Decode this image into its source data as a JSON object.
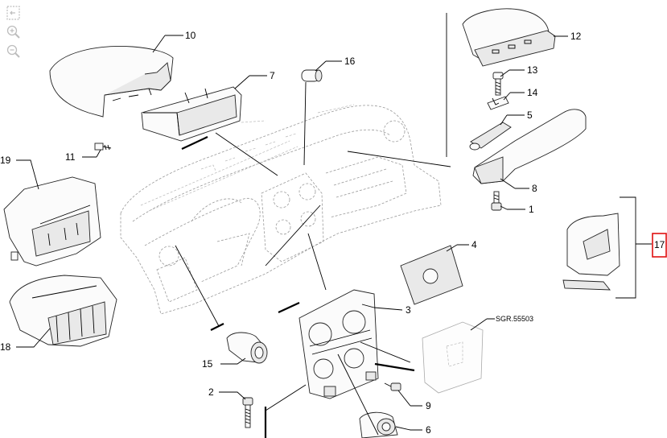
{
  "toolbar": {
    "fit_icon": "fit-to-page-icon",
    "zoom_in_icon": "zoom-in-icon",
    "zoom_out_icon": "zoom-out-icon"
  },
  "callouts": [
    {
      "id": "c10",
      "label": "10"
    },
    {
      "id": "c16",
      "label": "16"
    },
    {
      "id": "c7",
      "label": "7"
    },
    {
      "id": "c12",
      "label": "12"
    },
    {
      "id": "c13",
      "label": "13"
    },
    {
      "id": "c14",
      "label": "14"
    },
    {
      "id": "c5",
      "label": "5"
    },
    {
      "id": "c11",
      "label": "11"
    },
    {
      "id": "c19",
      "label": "19"
    },
    {
      "id": "c8",
      "label": "8"
    },
    {
      "id": "c1",
      "label": "1"
    },
    {
      "id": "c17",
      "label": "17"
    },
    {
      "id": "c4",
      "label": "4"
    },
    {
      "id": "c3",
      "label": "3"
    },
    {
      "id": "c18",
      "label": "18"
    },
    {
      "id": "c15",
      "label": "15"
    },
    {
      "id": "c2",
      "label": "2"
    },
    {
      "id": "c9",
      "label": "9"
    },
    {
      "id": "c6",
      "label": "6"
    }
  ],
  "reference_code": "SGR.55503",
  "highlight_color": "#e01010"
}
